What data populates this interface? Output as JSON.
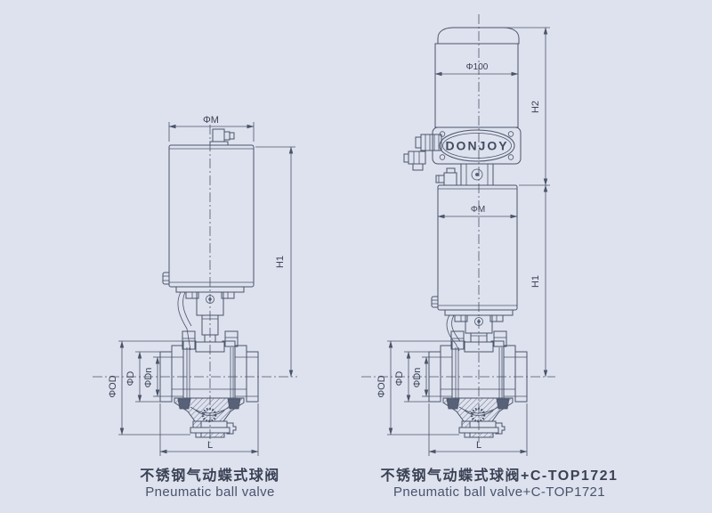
{
  "colors": {
    "background": "#dee2ef",
    "line": "#4b5468",
    "dark_fill": "#596179",
    "text": "#3a4254"
  },
  "left": {
    "dims": {
      "phi_m": "ΦM",
      "h1": "H1",
      "phi_od": "ΦOD",
      "phi_d": "ΦD",
      "phi_dn": "ΦDn",
      "l": "L"
    },
    "caption_cn": "不锈钢气动蝶式球阀",
    "caption_en": "Pneumatic ball valve"
  },
  "right": {
    "brand": "DONJOY",
    "dims": {
      "phi_100": "Φ100",
      "h2": "H2",
      "phi_m": "ΦM",
      "h1": "H1",
      "phi_od": "ΦOD",
      "phi_d": "ΦD",
      "phi_dn": "ΦDn",
      "l": "L"
    },
    "caption_cn": "不锈钢气动蝶式球阀+C-TOP1721",
    "caption_en": "Pneumatic ball valve+C-TOP1721"
  }
}
